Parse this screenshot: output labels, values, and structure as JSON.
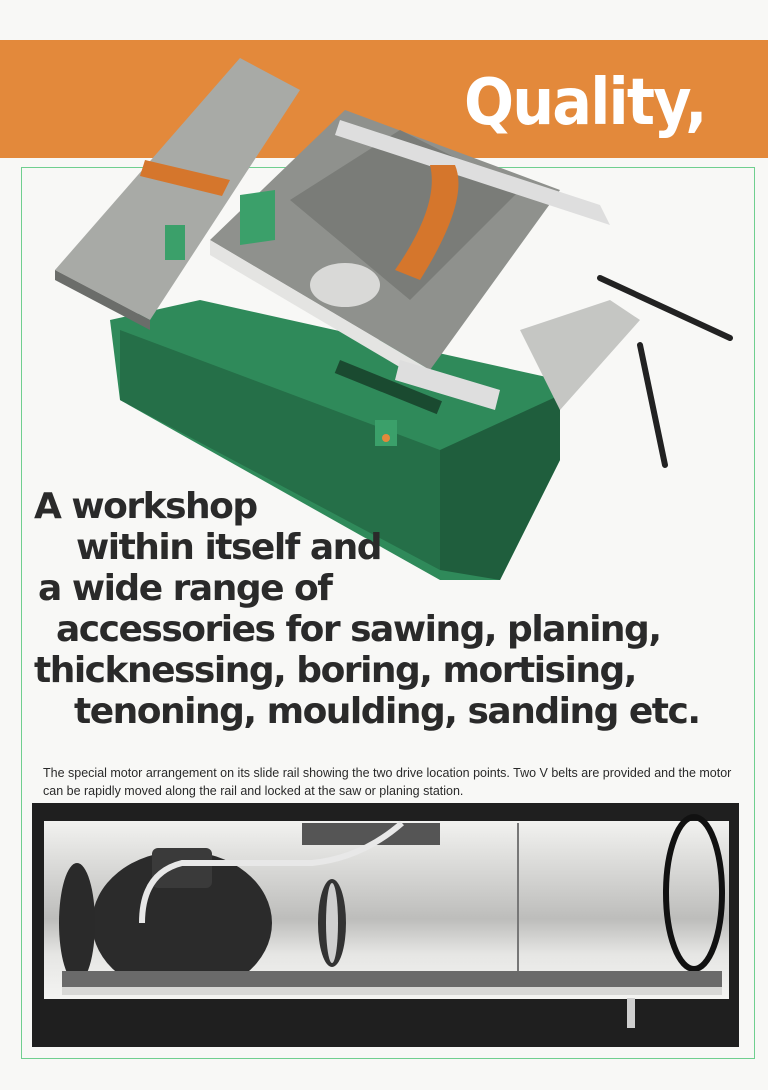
{
  "header": {
    "title": "Quality,",
    "band_color": "#e3893b"
  },
  "frame": {
    "border_color": "#6fcf8f"
  },
  "hero_image": {
    "alt": "Combination woodworking machine with green cabinet base, saw table, planing tables, orange blade guard, and mortising attachment",
    "cabinet_color": "#2f8a5a",
    "accent_color": "#e3893b"
  },
  "headline": {
    "lines": [
      "A workshop",
      "within itself and",
      "a wide range of",
      "accessories for sawing, planing,",
      "thicknessing, boring, mortising,",
      "tenoning, moulding, sanding etc."
    ]
  },
  "caption": {
    "text": "The special motor arrangement on its slide rail showing the two drive location points. Two V belts are provided and the motor can be rapidly moved along the rail and locked at the saw or planing station."
  },
  "motor_photo": {
    "alt": "Black and white photo of electric motor with V-belt pulley mounted on slide rail inside cabinet"
  }
}
